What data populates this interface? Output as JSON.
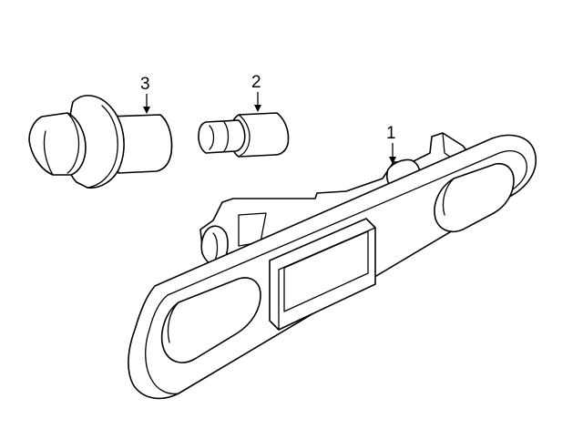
{
  "diagram": {
    "callouts": [
      {
        "number": "1",
        "part": "lamp-assembly"
      },
      {
        "number": "2",
        "part": "bulb"
      },
      {
        "number": "3",
        "part": "socket"
      }
    ]
  }
}
